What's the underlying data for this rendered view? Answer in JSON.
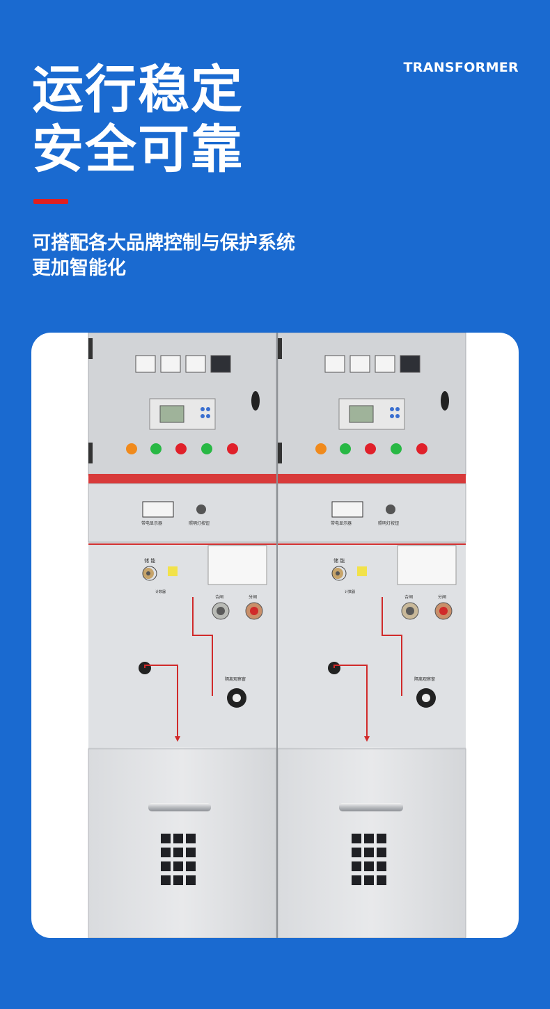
{
  "brand": "TRANSFORMER",
  "headline": {
    "line1": "运行稳定",
    "line2": "安全可靠"
  },
  "subtitle": {
    "line1": "可搭配各大品牌控制与保护系统",
    "line2": "更加智能化"
  },
  "colors": {
    "background": "#1a6ad0",
    "accent": "#e02020",
    "card": "#ffffff"
  },
  "cabinet_labels": {
    "live_indicator": "带电显示器",
    "lighting_switch": "照明灯按钮",
    "energy_storage": "储 能",
    "counter": "计数器",
    "close": "合闸",
    "open": "分闸",
    "isolation_window": "隔离观察窗"
  }
}
